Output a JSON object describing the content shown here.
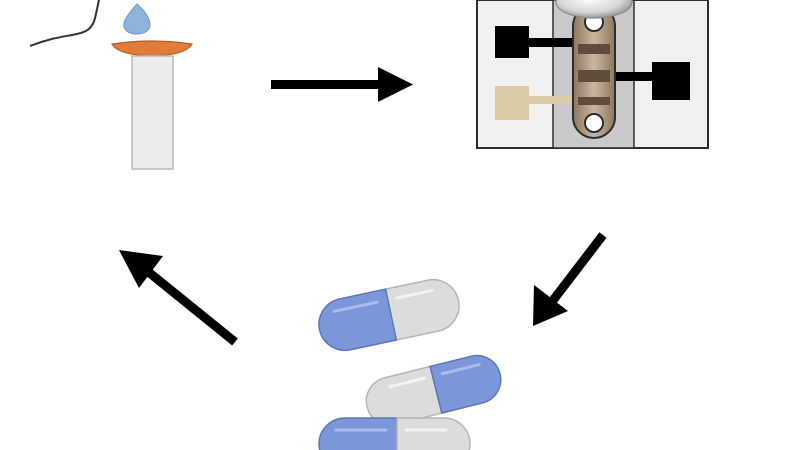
{
  "diagram": {
    "steps": [
      {
        "id": "sample-collection",
        "icon": "test-tube-with-droplet-icon"
      },
      {
        "id": "detection",
        "icon": "sensor-chip-icon"
      },
      {
        "id": "medication",
        "icon": "capsules-icon"
      }
    ],
    "arrows": [
      {
        "from": "sample-collection",
        "to": "detection",
        "icon": "arrow-right-icon"
      },
      {
        "from": "detection",
        "to": "medication",
        "icon": "arrow-down-left-icon"
      },
      {
        "from": "medication",
        "to": "sample-collection",
        "icon": "arrow-up-left-icon"
      }
    ],
    "colors": {
      "droplet": "#8fb4dc",
      "funnel": "#e07b39",
      "tube": "#ececec",
      "outline": "#222222",
      "electrode": "#000000",
      "reference_electrode": "#d8cba5",
      "channel": "#a58f7a",
      "capsule_blue": "#7c97d9",
      "capsule_grey": "#dcdcdc",
      "arrow": "#000000"
    }
  }
}
